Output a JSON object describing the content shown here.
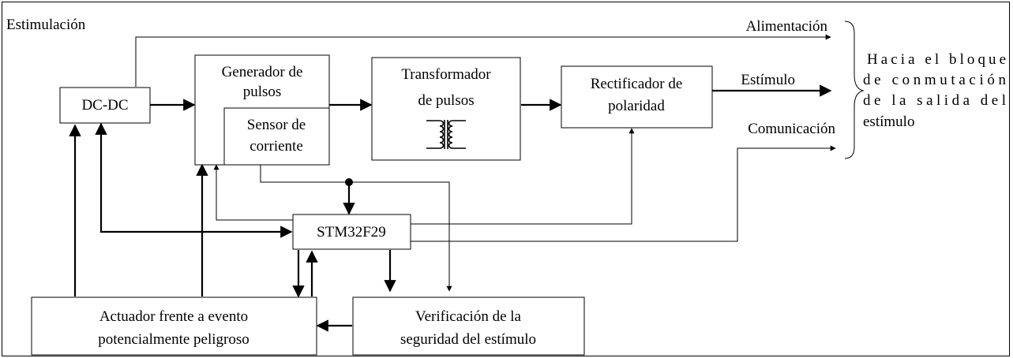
{
  "frame_title": "Estimulación",
  "blocks": {
    "dcdc": {
      "lines": [
        "DC-DC"
      ]
    },
    "pulse_generator": {
      "lines": [
        "Generador de",
        "pulsos"
      ]
    },
    "current_sensor": {
      "lines": [
        "Sensor de",
        "corriente"
      ]
    },
    "pulse_transformer": {
      "lines": [
        "Transformador",
        "de pulsos"
      ]
    },
    "polarity_rectifier": {
      "lines": [
        "Rectificador de",
        "polaridad"
      ]
    },
    "mcu": {
      "lines": [
        "STM32F29"
      ]
    },
    "actuator": {
      "lines": [
        "Actuador frente a evento",
        "potencialmente peligroso"
      ]
    },
    "verification": {
      "lines": [
        "Verificación de la",
        "seguridad del estímulo"
      ]
    }
  },
  "outputs": {
    "power": "Alimentación",
    "stimulus": "Estímulo",
    "communication": "Comunicación"
  },
  "destination_note": {
    "lines": [
      "Hacia el bloque",
      "de conmutación",
      "de la salida del",
      "estímulo"
    ]
  }
}
